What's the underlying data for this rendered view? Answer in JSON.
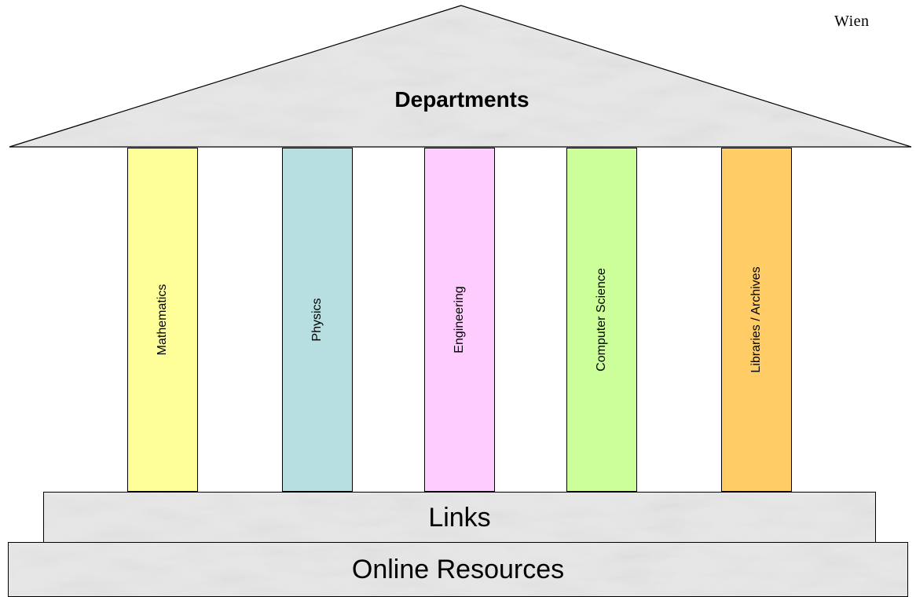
{
  "header": {
    "city": "Wien"
  },
  "roof": {
    "title": "Departments"
  },
  "columns": [
    {
      "label": "Mathematics",
      "color": "#FFFF99"
    },
    {
      "label": "Physics",
      "color": "#B7DEE0"
    },
    {
      "label": "Engineering",
      "color": "#FFCCFF"
    },
    {
      "label": "Computer Science",
      "color": "#CCFF99"
    },
    {
      "label": "Libraries / Archives",
      "color": "#FFCC66"
    }
  ],
  "steps": {
    "links_label": "Links",
    "online_label": "Online Resources"
  }
}
